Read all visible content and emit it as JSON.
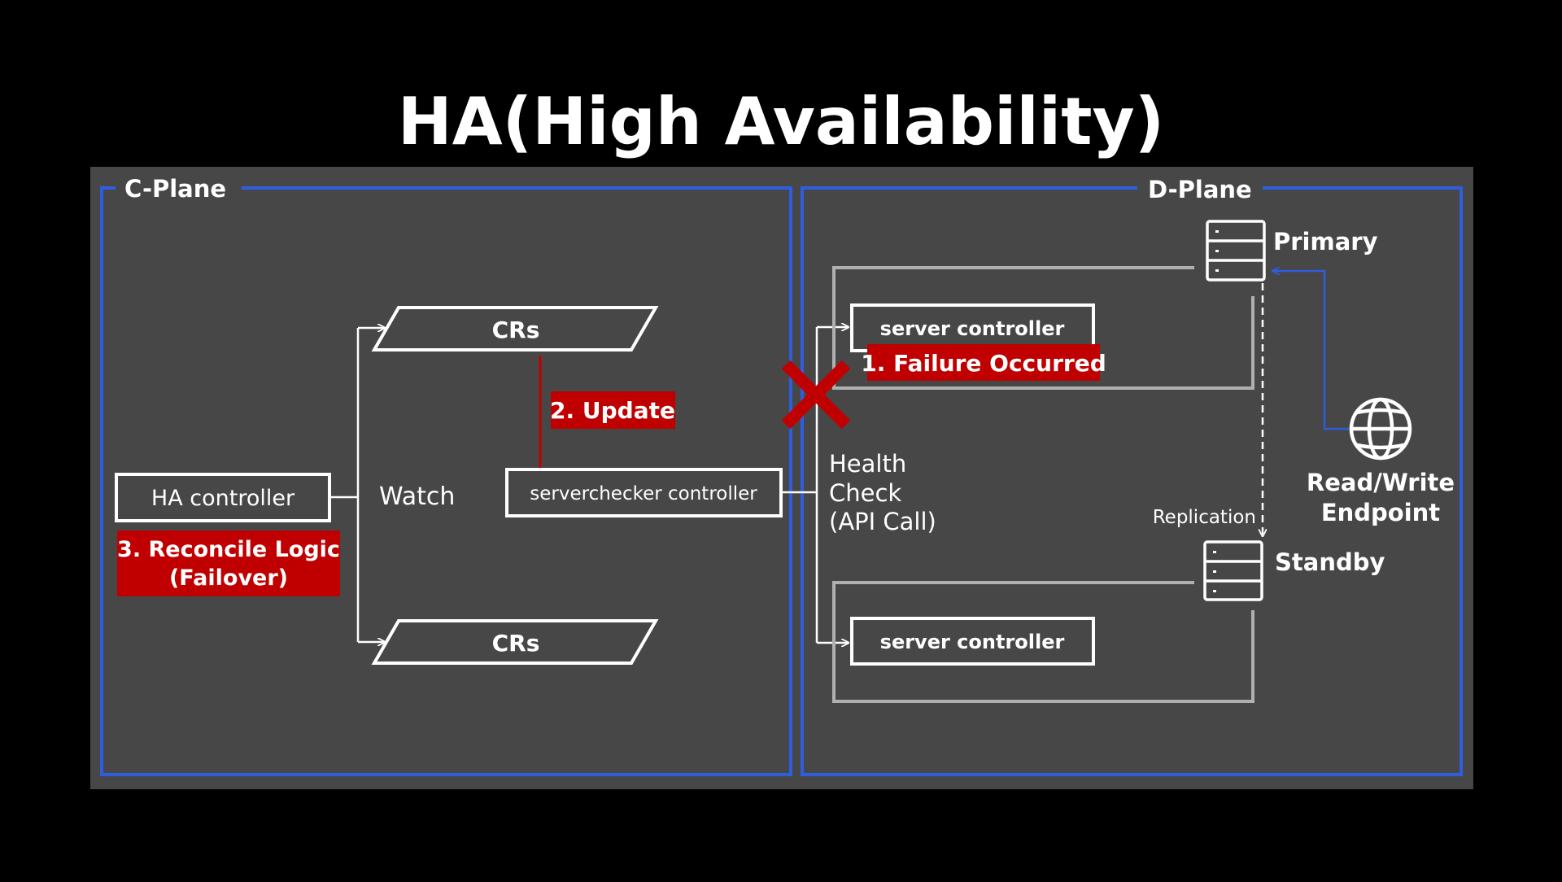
{
  "title": "HA(High Availability)",
  "colors": {
    "background": "#000000",
    "panel": "#474747",
    "plane_border": "#2f5de0",
    "alert": "#c00000",
    "line": "#ffffff",
    "gray_line": "#b0b0b0"
  },
  "c_plane": {
    "label": "C-Plane",
    "ha_controller": "HA controller",
    "reconcile_badge": {
      "line1": "3. Reconcile Logic",
      "line2": "(Failover)"
    },
    "watch_label": "Watch",
    "crs_top": "CRs",
    "crs_bottom": "CRs",
    "update_badge": "2. Update",
    "serverchecker": "serverchecker controller"
  },
  "d_plane": {
    "label": "D-Plane",
    "primary_label": "Primary",
    "primary_icon": "server-stack-icon",
    "standby_label": "Standby",
    "standby_icon": "server-stack-icon",
    "server_controller_top": "server controller",
    "server_controller_bottom": "server controller",
    "failure_badge": "1. Failure Occurred",
    "failure_icon": "cross-x-icon",
    "health_check": {
      "line1": "Health",
      "line2": "Check",
      "line3": "(API Call)"
    },
    "replication_label": "Replication",
    "endpoint_icon": "globe-icon",
    "endpoint": {
      "line1": "Read/Write",
      "line2": "Endpoint"
    }
  }
}
